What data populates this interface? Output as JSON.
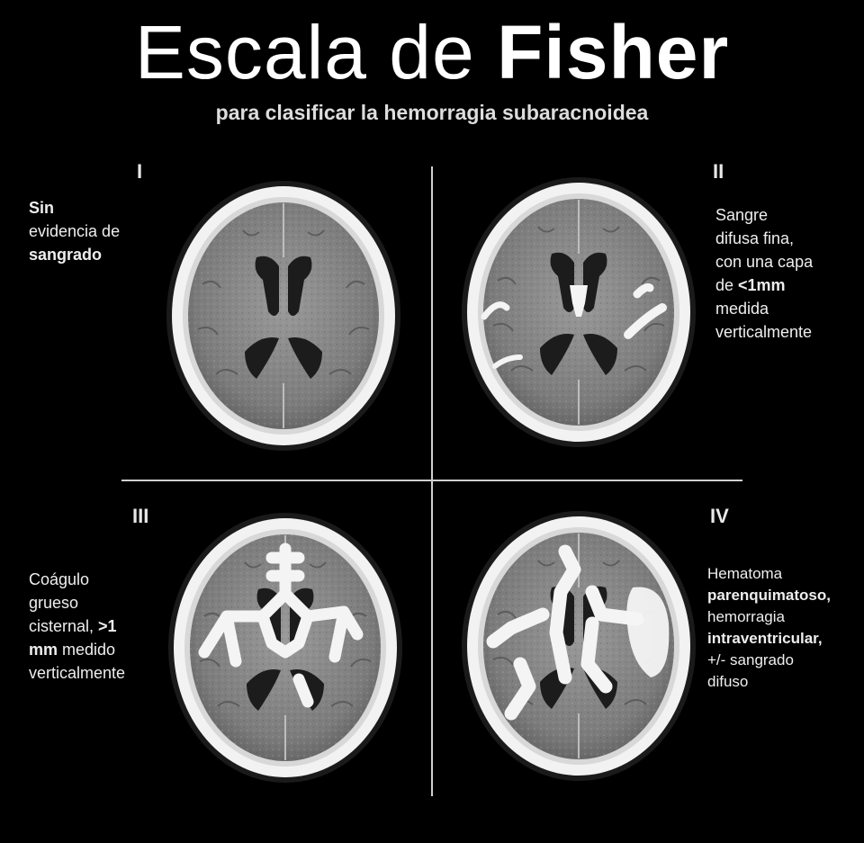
{
  "header": {
    "title_regular": "Escala de",
    "title_bold": "Fisher",
    "subtitle": "para clasificar la hemorragia subaracnoidea"
  },
  "quadrants": [
    {
      "grade": "I",
      "lines": [
        [
          {
            "t": "Sin",
            "b": true
          }
        ],
        [
          {
            "t": "evidencia de",
            "b": false
          }
        ],
        [
          {
            "t": "sangrado",
            "b": true
          }
        ]
      ]
    },
    {
      "grade": "II",
      "lines": [
        [
          {
            "t": "Sangre",
            "b": false
          }
        ],
        [
          {
            "t": "difusa fina,",
            "b": false
          }
        ],
        [
          {
            "t": "con una capa",
            "b": false
          }
        ],
        [
          {
            "t": "de ",
            "b": false
          },
          {
            "t": "<1mm",
            "b": true
          }
        ],
        [
          {
            "t": "medida",
            "b": false
          }
        ],
        [
          {
            "t": "verticalmente",
            "b": false
          }
        ]
      ]
    },
    {
      "grade": "III",
      "lines": [
        [
          {
            "t": "Coágulo",
            "b": false
          }
        ],
        [
          {
            "t": "grueso",
            "b": false
          }
        ],
        [
          {
            "t": "cisternal, ",
            "b": false
          },
          {
            "t": ">1",
            "b": true
          }
        ],
        [
          {
            "t": "mm",
            "b": true
          },
          {
            "t": " medido",
            "b": false
          }
        ],
        [
          {
            "t": "verticalmente",
            "b": false
          }
        ]
      ]
    },
    {
      "grade": "IV",
      "lines": [
        [
          {
            "t": "Hematoma",
            "b": false
          }
        ],
        [
          {
            "t": "parenquimatoso,",
            "b": true
          }
        ],
        [
          {
            "t": "hemorragia",
            "b": false
          }
        ],
        [
          {
            "t": "intraventricular,",
            "b": true
          }
        ],
        [
          {
            "t": "+/- sangrado",
            "b": false
          }
        ],
        [
          {
            "t": "difuso",
            "b": false
          }
        ]
      ]
    }
  ],
  "colors": {
    "background": "#000000",
    "text": "#ffffff",
    "blood": "#f4f4f4",
    "brain": "#8a8a8a"
  }
}
